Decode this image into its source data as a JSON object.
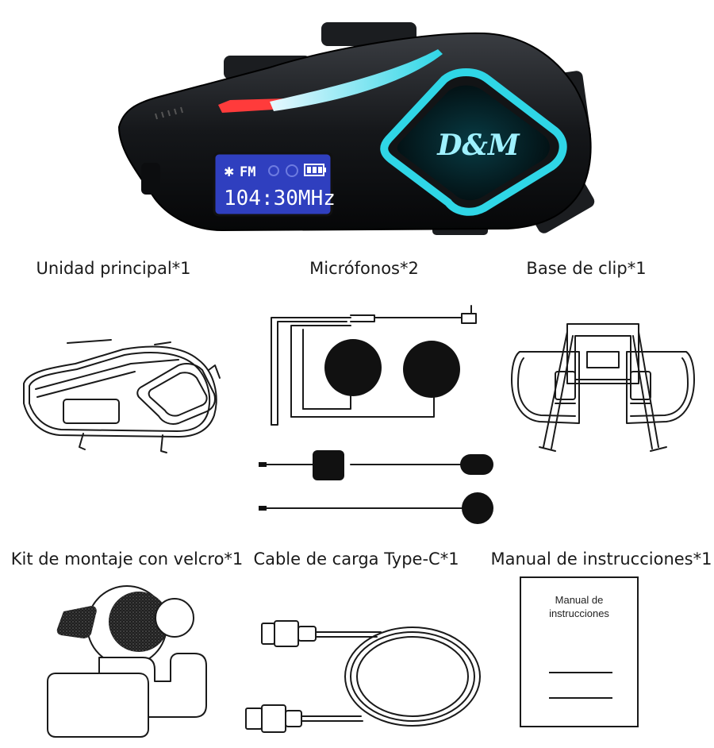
{
  "device": {
    "brand_logo": "D&M",
    "lcd_mode": "FM",
    "lcd_frequency": "104:30MHz",
    "accent_cyan": "#2fd6e6",
    "accent_red": "#ff3b3b"
  },
  "items": [
    {
      "label": "Unidad principal*1"
    },
    {
      "label": "Micrófonos*2"
    },
    {
      "label": "Base de clip*1"
    },
    {
      "label": "Kit de montaje con velcro*1"
    },
    {
      "label": "Cable de carga Type-C*1"
    },
    {
      "label": "Manual de instrucciones*1"
    }
  ],
  "manual": {
    "cover_line1": "Manual de",
    "cover_line2": "instrucciones"
  }
}
